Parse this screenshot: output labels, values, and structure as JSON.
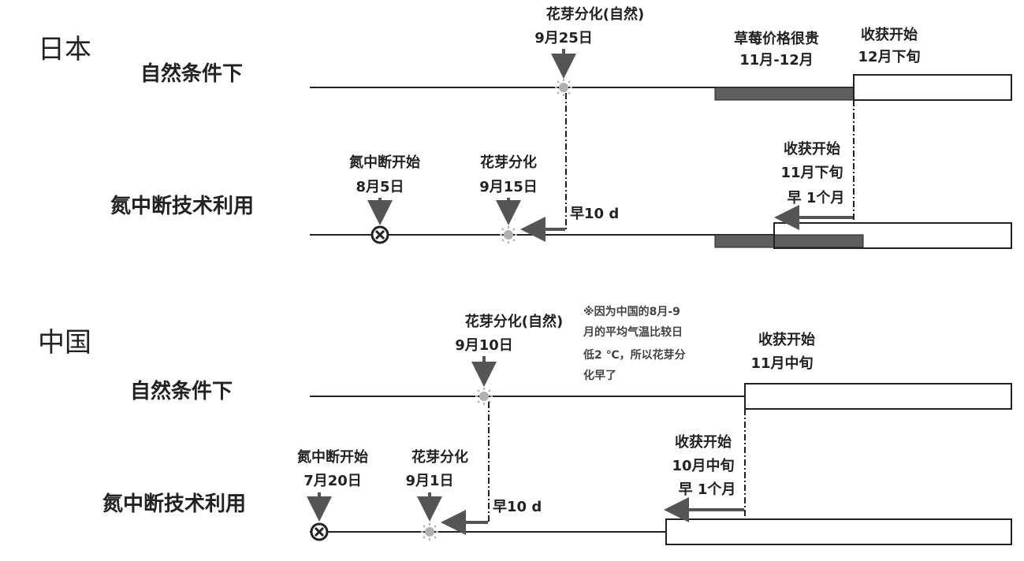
{
  "japan": {
    "country": "日本",
    "natural": {
      "row_label": "自然条件下",
      "flower": {
        "title": "花芽分化(自然)",
        "date": "9月25日"
      },
      "price": {
        "title": "草莓价格很贵",
        "period": "11月-12月"
      },
      "harvest": {
        "title": "收获开始",
        "date": "12月下旬"
      }
    },
    "nitrogen": {
      "row_label": "氮中断技术利用",
      "start": {
        "title": "氮中断开始",
        "date": "8月5日"
      },
      "flower": {
        "title": "花芽分化",
        "date": "9月15日"
      },
      "earlier": "早10 d",
      "harvest": {
        "title": "收获开始",
        "date": "11月下旬",
        "earlier": "早 1个月"
      }
    }
  },
  "china": {
    "country": "中国",
    "natural": {
      "row_label": "自然条件下",
      "flower": {
        "title": "花芽分化(自然)",
        "date": "9月10日"
      },
      "note": [
        "※因为中国的8月-9",
        "月的平均气温比较日",
        "低2 ℃，所以花芽分",
        "化早了"
      ],
      "harvest": {
        "title": "收获开始",
        "date": "11月中旬"
      }
    },
    "nitrogen": {
      "row_label": "氮中断技术利用",
      "start": {
        "title": "氮中断开始",
        "date": "7月20日"
      },
      "flower": {
        "title": "花芽分化",
        "date": "9月1日"
      },
      "earlier": "早10 d",
      "harvest": {
        "title": "收获开始",
        "date": "10月中旬",
        "earlier": "早 1个月"
      }
    }
  },
  "colors": {
    "line": "#222222",
    "arrow": "#555555",
    "price_bar": "#5e5e5e",
    "bud": "#b0b0b0"
  }
}
